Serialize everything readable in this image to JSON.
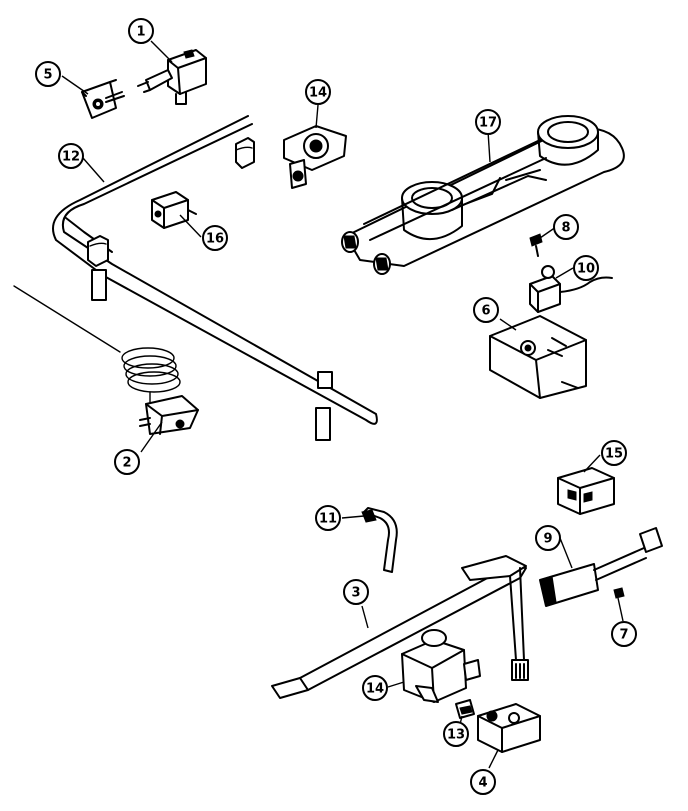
{
  "callouts": [
    {
      "id": "c1",
      "label": "1"
    },
    {
      "id": "c2",
      "label": "2"
    },
    {
      "id": "c3",
      "label": "3"
    },
    {
      "id": "c4",
      "label": "4"
    },
    {
      "id": "c5",
      "label": "5"
    },
    {
      "id": "c6",
      "label": "6"
    },
    {
      "id": "c7",
      "label": "7"
    },
    {
      "id": "c8",
      "label": "8"
    },
    {
      "id": "c9",
      "label": "9"
    },
    {
      "id": "c10",
      "label": "10"
    },
    {
      "id": "c11",
      "label": "11"
    },
    {
      "id": "c12",
      "label": "12"
    },
    {
      "id": "c13",
      "label": "13"
    },
    {
      "id": "c14a",
      "label": "14"
    },
    {
      "id": "c14b",
      "label": "14"
    },
    {
      "id": "c15",
      "label": "15"
    },
    {
      "id": "c16",
      "label": "16"
    },
    {
      "id": "c17",
      "label": "17"
    }
  ]
}
